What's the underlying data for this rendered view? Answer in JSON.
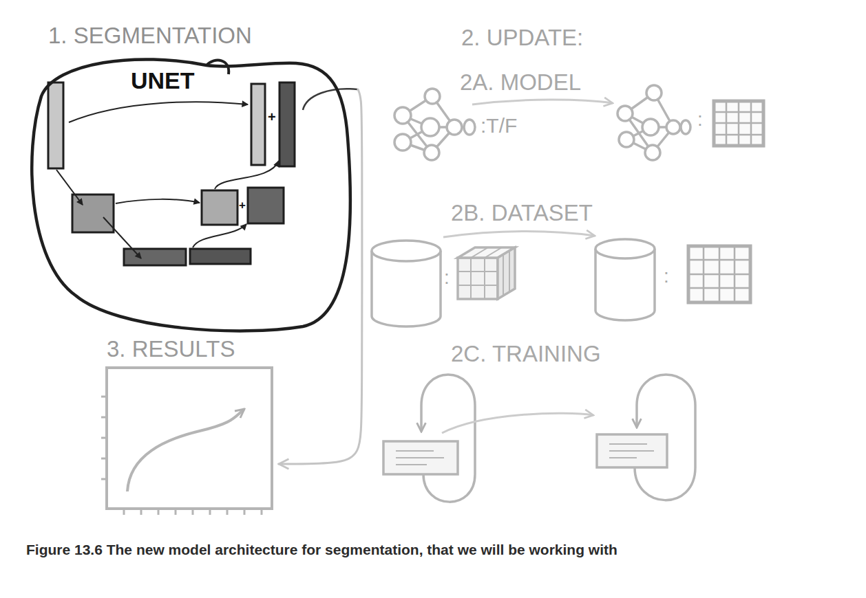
{
  "diagram": {
    "caption": "Figure 13.6 The new model architecture for segmentation, that we will be working with",
    "nodes": [
      {
        "text": [
          "1. SEGMENTATION",
          "UNET"
        ]
      },
      {
        "text": [
          "3. RESULTS"
        ]
      }
    ],
    "edges": [
      {
        "from": 0,
        "to": 1,
        "arrow": "to"
      }
    ],
    "labels": [
      "+",
      "+",
      "2. UPDATE:",
      "2A. MODEL",
      ":T/F",
      ":",
      "2B. DATASET",
      ":",
      ":",
      "2C. TRAINING"
    ]
  }
}
